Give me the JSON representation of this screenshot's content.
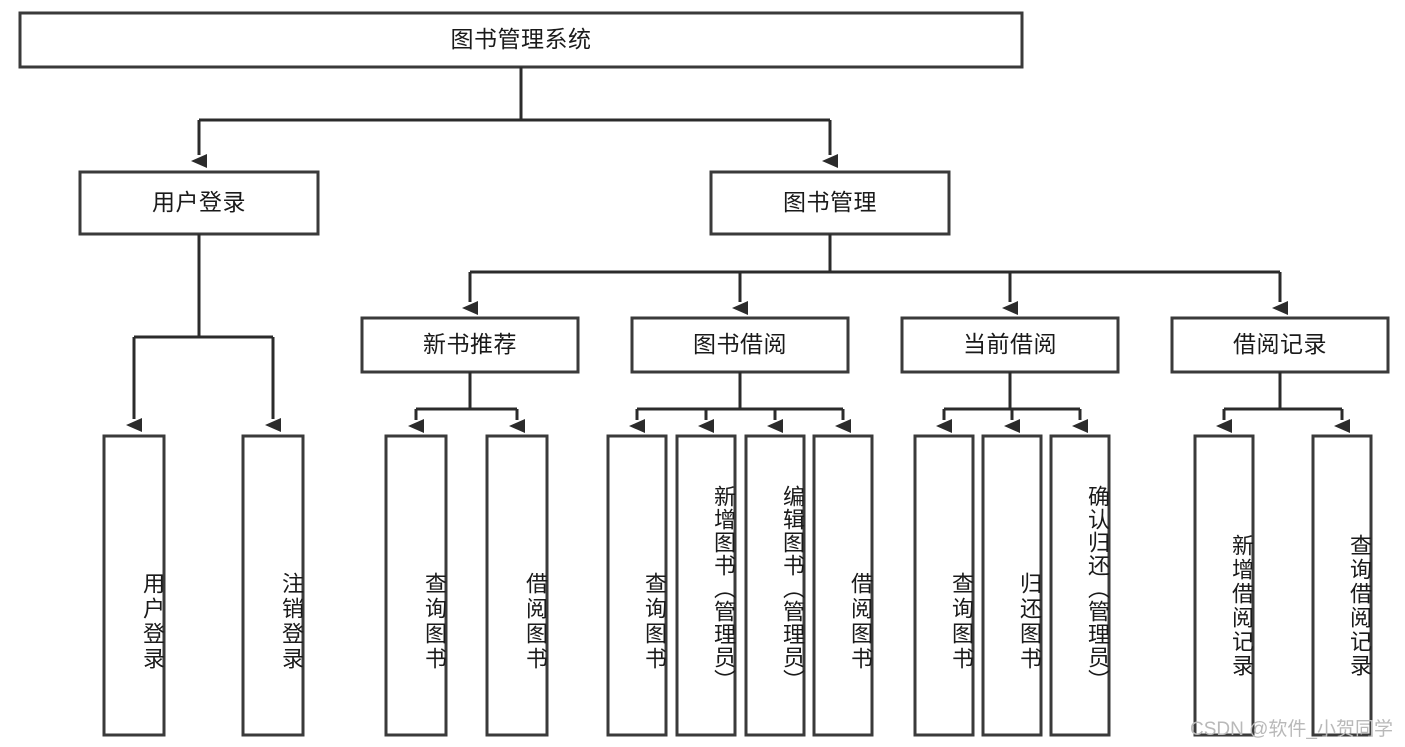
{
  "diagram": {
    "type": "tree-hierarchy",
    "title": "图书管理系统",
    "watermark": "CSDN @软件_小贺同学",
    "colors": {
      "box_stroke": "#3a3a3a",
      "line": "#2b2b2b",
      "background": "#ffffff",
      "text": "#1a1a1a",
      "watermark": "#b9b9b9"
    },
    "levels": {
      "level1": [
        {
          "id": "root",
          "label": "图书管理系统",
          "orientation": "horizontal"
        }
      ],
      "level2": [
        {
          "id": "user-login",
          "label": "用户登录",
          "orientation": "horizontal",
          "parent": "root"
        },
        {
          "id": "book-manage",
          "label": "图书管理",
          "orientation": "horizontal",
          "parent": "root"
        }
      ],
      "level3": [
        {
          "id": "new-book-recommend",
          "label": "新书推荐",
          "orientation": "horizontal",
          "parent": "book-manage"
        },
        {
          "id": "book-borrow",
          "label": "图书借阅",
          "orientation": "horizontal",
          "parent": "book-manage"
        },
        {
          "id": "current-borrow",
          "label": "当前借阅",
          "orientation": "horizontal",
          "parent": "book-manage"
        },
        {
          "id": "borrow-record",
          "label": "借阅记录",
          "orientation": "horizontal",
          "parent": "book-manage"
        }
      ],
      "leaves": [
        {
          "id": "leaf-user-login",
          "label": "用户登录",
          "orientation": "vertical",
          "parent": "user-login"
        },
        {
          "id": "leaf-logout-login",
          "label": "注销登录",
          "orientation": "vertical",
          "parent": "user-login"
        },
        {
          "id": "leaf-query-book-1",
          "label": "查询图书",
          "orientation": "vertical",
          "parent": "new-book-recommend"
        },
        {
          "id": "leaf-borrow-book-1",
          "label": "借阅图书",
          "orientation": "vertical",
          "parent": "new-book-recommend"
        },
        {
          "id": "leaf-query-book-2",
          "label": "查询图书",
          "orientation": "vertical",
          "parent": "book-borrow"
        },
        {
          "id": "leaf-add-book",
          "label": "新增图书（管理员）",
          "orientation": "vertical",
          "parent": "book-borrow"
        },
        {
          "id": "leaf-edit-book",
          "label": "编辑图书（管理员）",
          "orientation": "vertical",
          "parent": "book-borrow"
        },
        {
          "id": "leaf-borrow-book-2",
          "label": "借阅图书",
          "orientation": "vertical",
          "parent": "book-borrow"
        },
        {
          "id": "leaf-query-book-3",
          "label": "查询图书",
          "orientation": "vertical",
          "parent": "current-borrow"
        },
        {
          "id": "leaf-return-book",
          "label": "归还图书",
          "orientation": "vertical",
          "parent": "current-borrow"
        },
        {
          "id": "leaf-confirm-return",
          "label": "确认归还（管理员）",
          "orientation": "vertical",
          "parent": "current-borrow"
        },
        {
          "id": "leaf-add-record",
          "label": "新增借阅记录",
          "orientation": "vertical",
          "parent": "borrow-record"
        },
        {
          "id": "leaf-query-record",
          "label": "查询借阅记录",
          "orientation": "vertical",
          "parent": "borrow-record"
        }
      ]
    }
  }
}
